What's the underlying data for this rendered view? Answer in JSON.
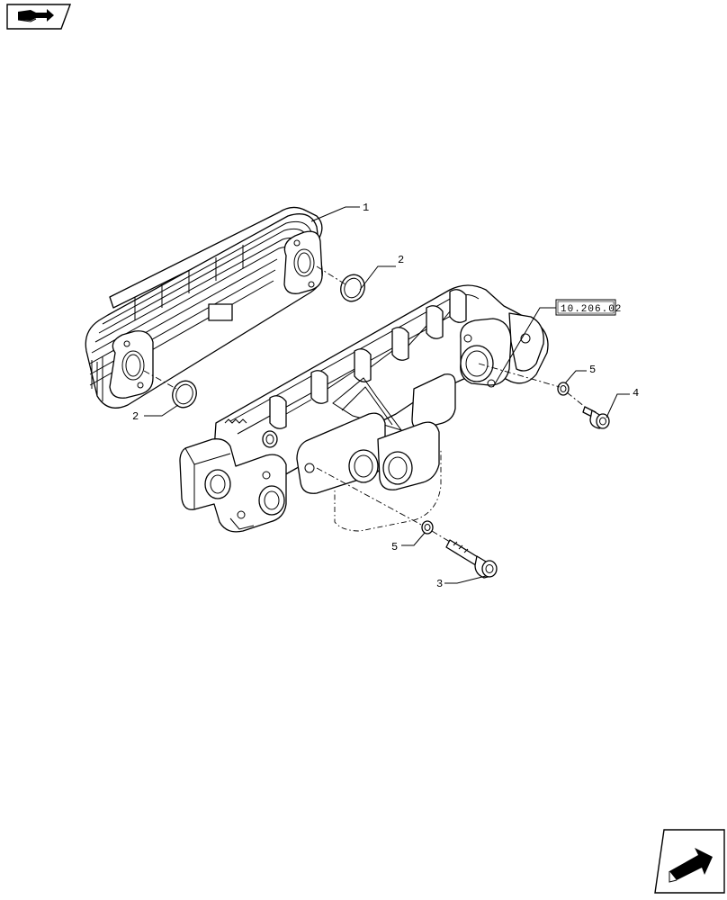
{
  "callouts": {
    "item_1": "1",
    "item_2_upper": "2",
    "item_2_lower": "2",
    "item_3": "3",
    "item_4": "4",
    "item_5_upper": "5",
    "item_5_lower": "5"
  },
  "reference": "10.206.02",
  "icons": {
    "top_left": "book-arrow-icon",
    "bottom_right": "next-arrow-icon"
  }
}
